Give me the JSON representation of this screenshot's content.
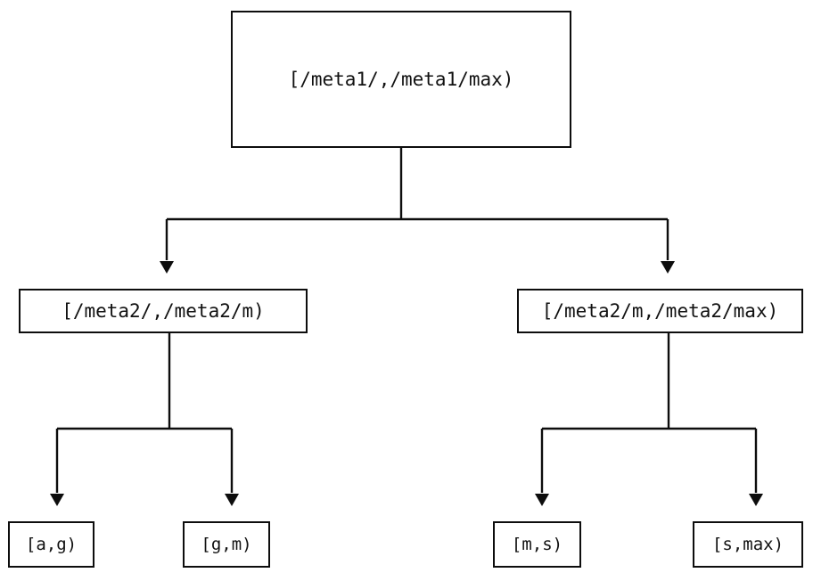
{
  "diagram": {
    "type": "tree",
    "title": "",
    "orientation": "top-down",
    "line_color": "#0d0d0d",
    "node_fill": "#ffffff",
    "text_color": "#111111",
    "nodes": {
      "root": {
        "id": "root",
        "label": "[/meta1/,/meta1/max)",
        "level": 0
      },
      "mid_left": {
        "id": "mid_left",
        "label": "[/meta2/,/meta2/m)",
        "level": 1
      },
      "mid_right": {
        "id": "mid_right",
        "label": "[/meta2/m,/meta2/max)",
        "level": 1
      },
      "leaf_ag": {
        "id": "leaf_ag",
        "label": "[a,g)",
        "level": 2
      },
      "leaf_gm": {
        "id": "leaf_gm",
        "label": "[g,m)",
        "level": 2
      },
      "leaf_ms": {
        "id": "leaf_ms",
        "label": "[m,s)",
        "level": 2
      },
      "leaf_smax": {
        "id": "leaf_smax",
        "label": "[s,max)",
        "level": 2
      }
    },
    "edges": [
      {
        "from": "root",
        "to": "mid_left",
        "arrow": "down"
      },
      {
        "from": "root",
        "to": "mid_right",
        "arrow": "down"
      },
      {
        "from": "mid_left",
        "to": "leaf_ag",
        "arrow": "down"
      },
      {
        "from": "mid_left",
        "to": "leaf_gm",
        "arrow": "down"
      },
      {
        "from": "mid_right",
        "to": "leaf_ms",
        "arrow": "down"
      },
      {
        "from": "mid_right",
        "to": "leaf_smax",
        "arrow": "down"
      }
    ]
  }
}
